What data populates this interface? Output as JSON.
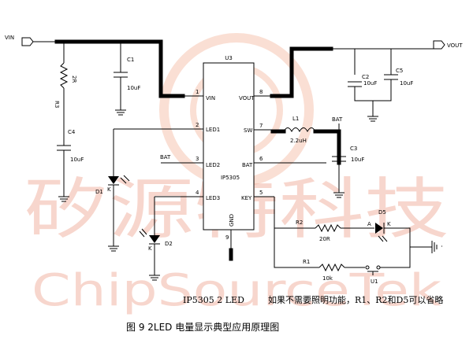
{
  "watermark": {
    "cn": "矽源特科技",
    "en": "ChipSourceTek"
  },
  "ports": {
    "vin": "VIN",
    "vout": "VOUT"
  },
  "ic": {
    "ref": "U3",
    "part": "IP5305",
    "pins": {
      "vin": {
        "num": "1",
        "name": "VIN"
      },
      "led1": {
        "num": "2",
        "name": "LED1"
      },
      "led2": {
        "num": "3",
        "name": "LED2"
      },
      "led3": {
        "num": "4",
        "name": "LED3"
      },
      "vout": {
        "num": "8",
        "name": "VOUT"
      },
      "sw": {
        "num": "7",
        "name": "SW"
      },
      "bat": {
        "num": "6",
        "name": "BAT"
      },
      "key": {
        "num": "5",
        "name": "KEY"
      },
      "gnd": {
        "num": "9",
        "name": "GND"
      }
    }
  },
  "components": {
    "r3": {
      "ref": "R3",
      "value": "2R"
    },
    "c1": {
      "ref": "C1",
      "value": "10uF"
    },
    "c4": {
      "ref": "C4",
      "value": "10uF"
    },
    "c2": {
      "ref": "C2",
      "value": "10uF"
    },
    "c5": {
      "ref": "C5",
      "value": "10uF"
    },
    "c3": {
      "ref": "C3",
      "value": "10uF"
    },
    "l1": {
      "ref": "L1",
      "value": "2.2uH"
    },
    "r2": {
      "ref": "R2",
      "value": "20R"
    },
    "r1": {
      "ref": "R1",
      "value": "10k"
    },
    "d1": {
      "ref": "D1",
      "k": "K"
    },
    "d2": {
      "ref": "D2",
      "k": "K"
    },
    "d5": {
      "ref": "D5",
      "a": "A",
      "k": "K"
    },
    "u1": {
      "ref": "U1"
    }
  },
  "nets": {
    "bat_top": "BAT",
    "bat_led2": "BAT"
  },
  "note": {
    "prefix": "IP5305 2 LED",
    "text": "如果不需要照明功能，R1、R2和D5可以省略"
  },
  "caption": "图 9   2LED 电量显示典型应用原理图"
}
